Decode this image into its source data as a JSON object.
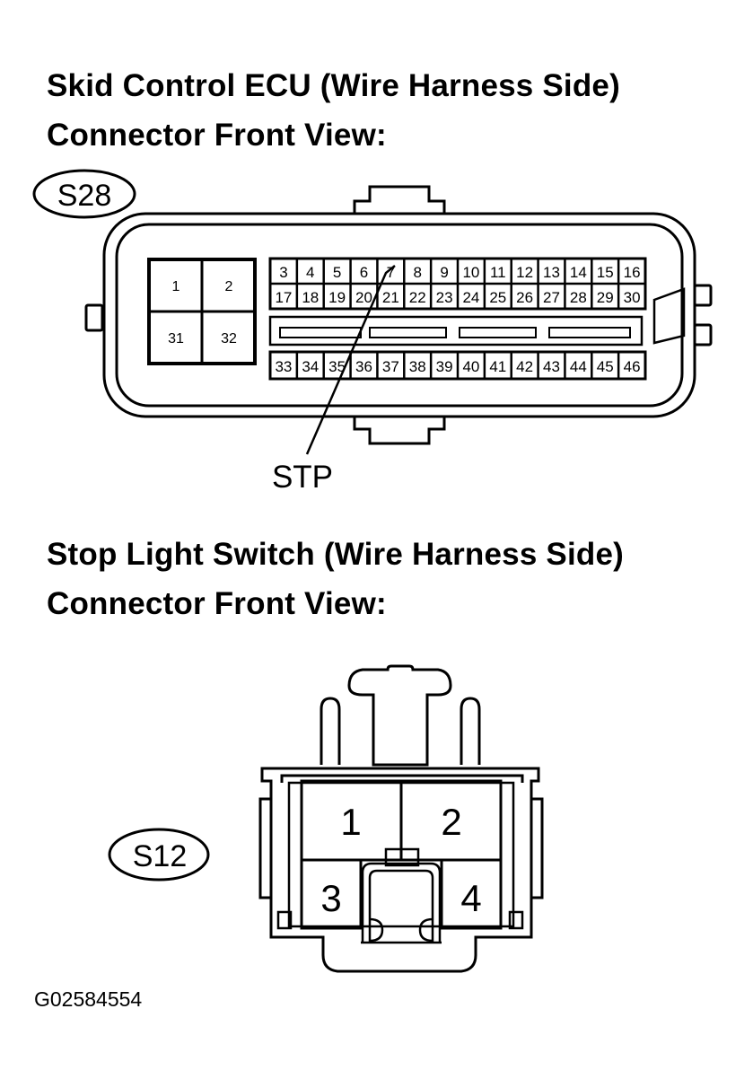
{
  "skid_ecu": {
    "heading_line1": "Skid Control ECU (Wire Harness Side)",
    "heading_line2": "Connector Front View:",
    "connector_code": "S28",
    "large_pins": [
      "1",
      "2",
      "31",
      "32"
    ],
    "row1_pins": [
      "3",
      "4",
      "5",
      "6",
      "7",
      "8",
      "9",
      "10",
      "11",
      "12",
      "13",
      "14",
      "15",
      "16"
    ],
    "row2_pins": [
      "17",
      "18",
      "19",
      "20",
      "21",
      "22",
      "23",
      "24",
      "25",
      "26",
      "27",
      "28",
      "29",
      "30"
    ],
    "row3_pins": [
      "33",
      "34",
      "35",
      "36",
      "37",
      "38",
      "39",
      "40",
      "41",
      "42",
      "43",
      "44",
      "45",
      "46"
    ],
    "callout_label": "STP"
  },
  "stop_light_switch": {
    "heading_line1": "Stop Light Switch (Wire Harness Side)",
    "heading_line2": "Connector Front View:",
    "connector_code": "S12",
    "pins": [
      "1",
      "2",
      "3",
      "4"
    ]
  },
  "figure_id": "G02584554"
}
